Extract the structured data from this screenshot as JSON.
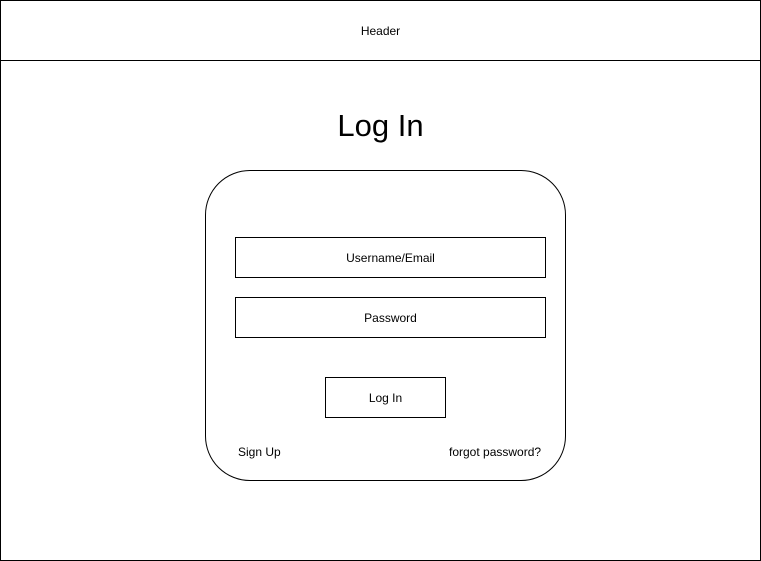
{
  "header": {
    "label": "Header"
  },
  "page": {
    "title": "Log In"
  },
  "login_form": {
    "username_field": "Username/Email",
    "password_field": "Password",
    "submit_label": "Log In",
    "signup_link": "Sign Up",
    "forgot_link": "forgot password?"
  },
  "colors": {
    "background": "#ffffff",
    "stroke": "#000000",
    "text": "#000000"
  }
}
